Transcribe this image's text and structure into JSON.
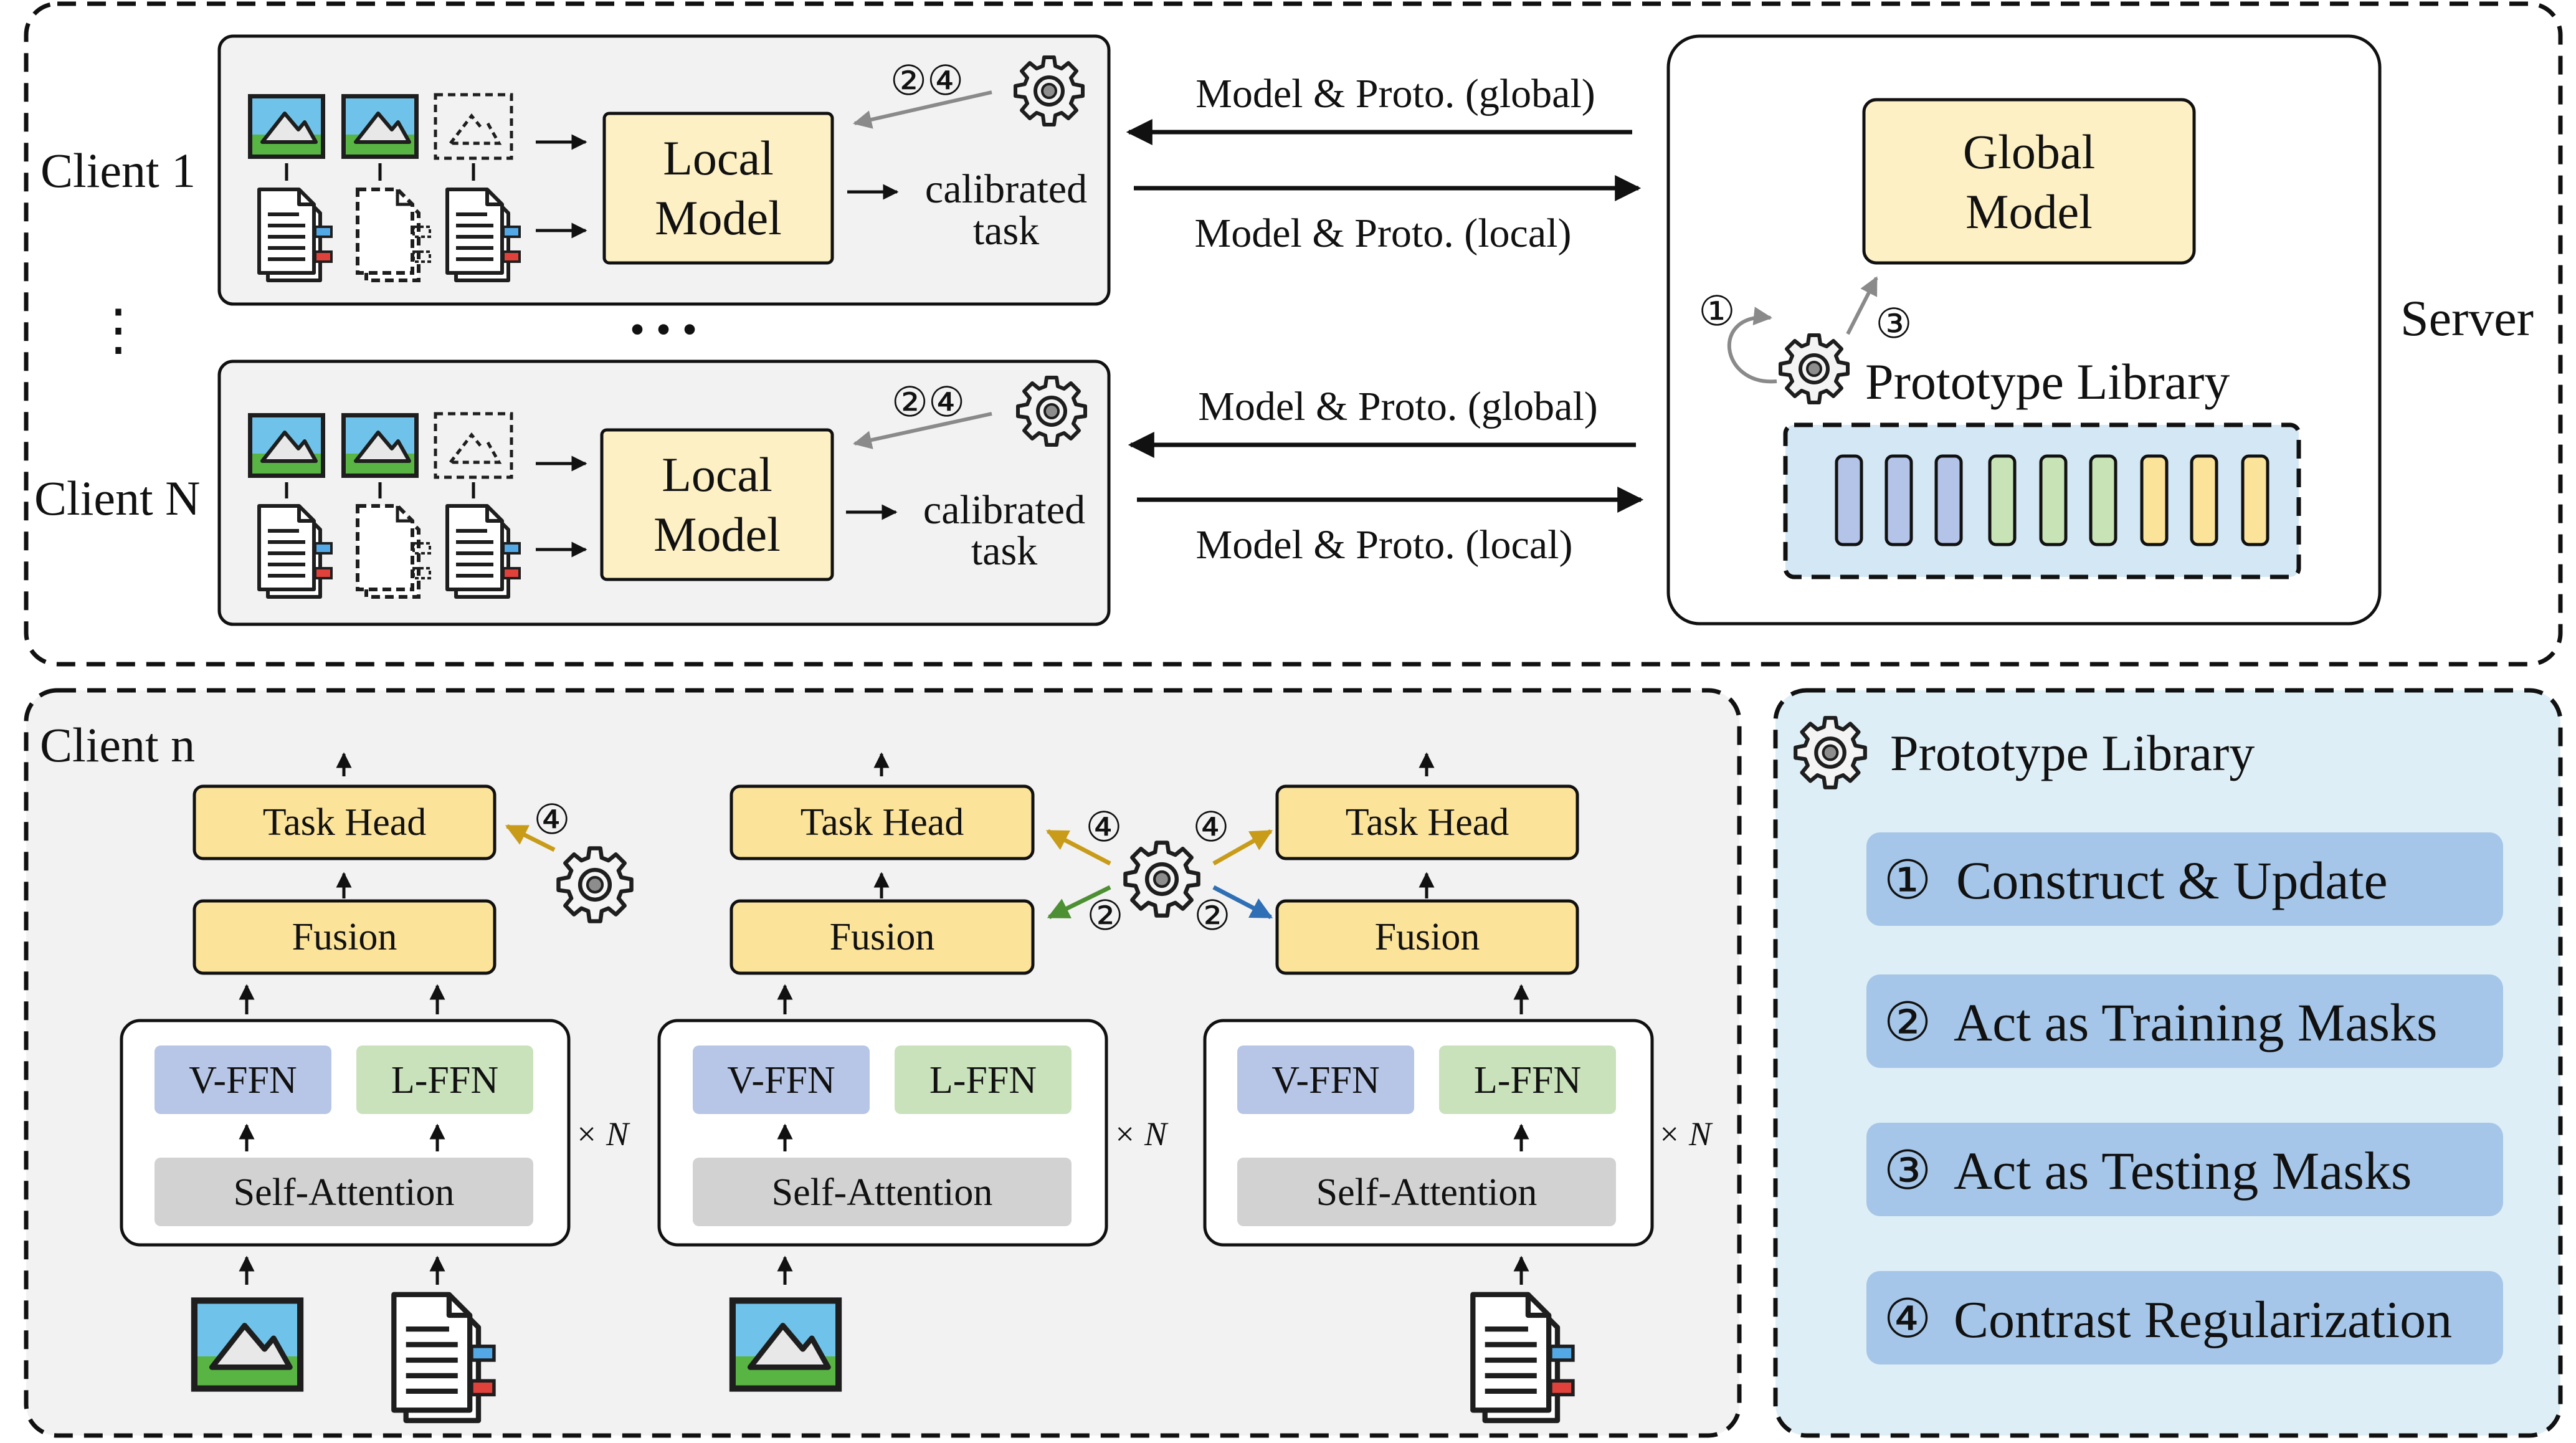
{
  "colors": {
    "model_fill": "#FDF0C4",
    "model_stroke": "#222222",
    "block_fill": "#FCE39A",
    "vffn_fill": "#B7C6E6",
    "lffn_fill": "#C9E2BB",
    "attn_fill": "#D2D2D2",
    "client_panel": "#F2F2F2",
    "legend_panel": "#DEEEF6",
    "legend_item": "#A5C6E8",
    "library_panel": "#D3E7F4",
    "proto_blue": "#B4C3E8",
    "proto_green": "#C8E3B6",
    "proto_yellow": "#FCE39A",
    "arrow_gold": "#C89B18",
    "arrow_green": "#4D8F33",
    "arrow_blue": "#2F6FB5",
    "arrow_gray": "#8A8A8A"
  },
  "icons": {
    "image": "image-icon",
    "missing_image": "missing-image-icon",
    "document": "document-icon",
    "missing_document": "missing-document-icon",
    "gear": "gear-icon"
  },
  "top": {
    "client1_label": "Client 1",
    "clientN_label": "Client N",
    "vdots": "⋮",
    "hdots": "• • •",
    "local_model_line1": "Local",
    "local_model_line2": "Model",
    "calibrated_line1": "calibrated",
    "calibrated_line2": "task",
    "steps_24": "②④",
    "global_msg": "Model & Proto. (global)",
    "local_msg": "Model & Proto. (local)",
    "server_label": "Server",
    "global_model_line1": "Global",
    "global_model_line2": "Model",
    "step1": "①",
    "step3": "③",
    "prototype_library": "Prototype Library"
  },
  "bottom": {
    "client_n_label": "Client n",
    "task_head": "Task Head",
    "fusion": "Fusion",
    "v_ffn": "V-FFN",
    "l_ffn": "L-FFN",
    "self_attention": "Self-Attention",
    "times_n": "× N",
    "step2": "②",
    "step4": "④"
  },
  "legend": {
    "title": "Prototype Library",
    "items": [
      {
        "num": "①",
        "text": "Construct & Update"
      },
      {
        "num": "②",
        "text": "Act as Training Masks"
      },
      {
        "num": "③",
        "text": "Act as Testing Masks"
      },
      {
        "num": "④",
        "text": "Contrast Regularization"
      }
    ]
  }
}
